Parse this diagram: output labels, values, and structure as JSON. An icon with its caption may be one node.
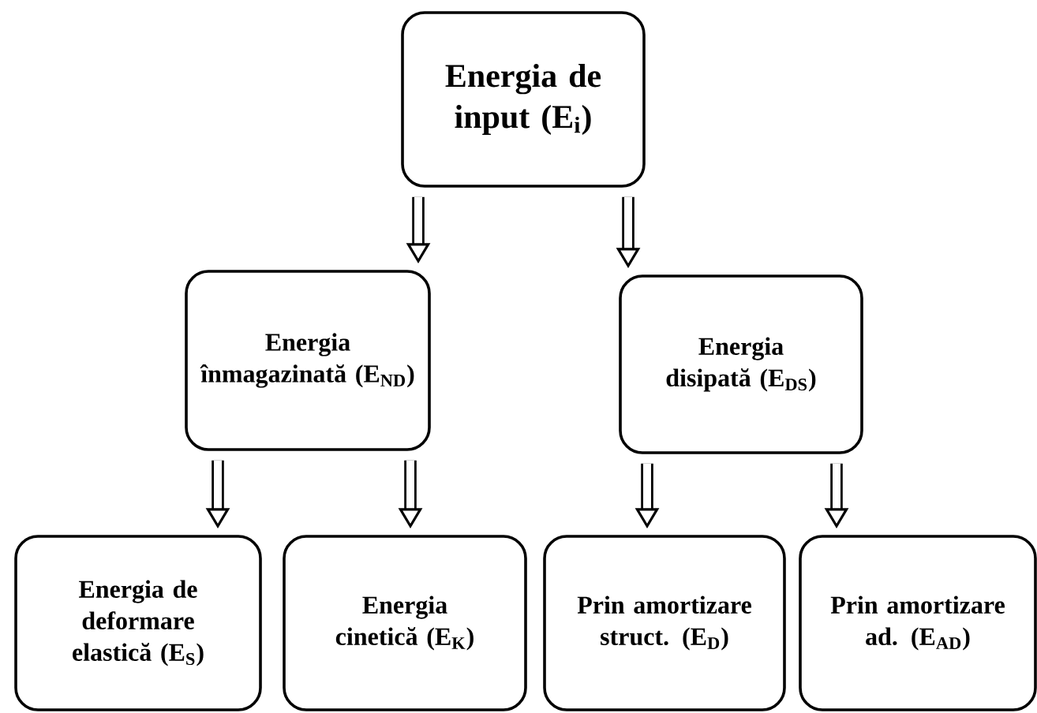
{
  "diagram": {
    "nodes": [
      {
        "text": [
          "Energia de input (E$_{i}$)"
        ]
      },
      {
        "text": [
          "Energia înmagazinată (E$_{ND}$)"
        ]
      },
      {
        "text": [
          "Energia disipată (E$_{DS}$)"
        ]
      },
      {
        "text": [
          "Energia de deformare elastică (E$_{S}$)"
        ]
      },
      {
        "text": [
          "Energia cinetică (E$_{K}$)"
        ]
      },
      {
        "text": [
          "Prin amortizare struct. (E$_{D}$)"
        ]
      },
      {
        "text": [
          "Prin amortizare ad. (E$_{AD}$)"
        ]
      }
    ],
    "edges": [
      {
        "from": 0,
        "to": 1,
        "arrow": "to"
      },
      {
        "from": 0,
        "to": 2,
        "arrow": "to"
      },
      {
        "from": 1,
        "to": 3,
        "arrow": "to"
      },
      {
        "from": 1,
        "to": 4,
        "arrow": "to"
      },
      {
        "from": 2,
        "to": 5,
        "arrow": "to"
      },
      {
        "from": 2,
        "to": 6,
        "arrow": "to"
      }
    ]
  }
}
